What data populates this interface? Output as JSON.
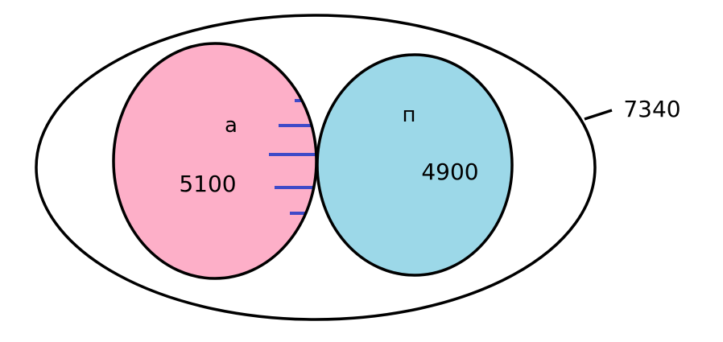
{
  "diagram": {
    "type": "venn",
    "universe": {
      "total_label": "7340"
    },
    "sets": [
      {
        "id": "a",
        "name": "а",
        "count_label": "5100",
        "color": "#FDAFC8"
      },
      {
        "id": "p",
        "name": "п",
        "count_label": "4900",
        "color": "#9CD8E8"
      }
    ],
    "intersection": {
      "fill_color": "#C5BEE6",
      "hatch_color": "#3F4AC8"
    },
    "outline_color": "#000000"
  }
}
